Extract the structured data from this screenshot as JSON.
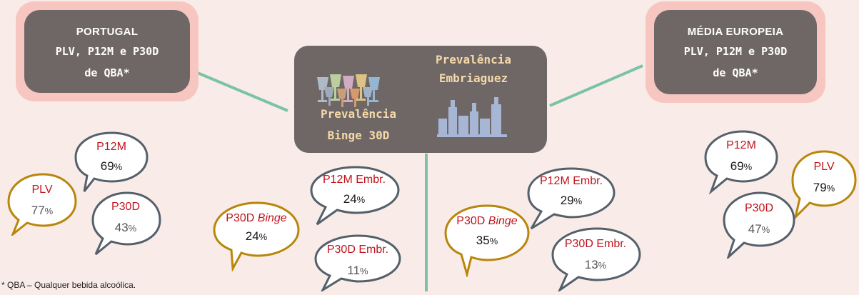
{
  "left_box": {
    "title": "PORTUGAL",
    "line1": "PLV, P12M e P30D",
    "line2": "de QBA*"
  },
  "right_box": {
    "title": "MÉDIA EUROPEIA",
    "line1": "PLV, P12M e P30D",
    "line2": "de QBA*"
  },
  "center_box": {
    "embriaguez_line1": "Prevalência",
    "embriaguez_line2": "Embriaguez",
    "binge_line1": "Prevalência",
    "binge_line2": "Binge 30D"
  },
  "bubbles": {
    "pt_p12m": {
      "label": "P12M",
      "value": "69",
      "unit": "%"
    },
    "pt_plv": {
      "label": "PLV",
      "value": "77",
      "unit": "%"
    },
    "pt_p30d": {
      "label": "P30D",
      "value": "43",
      "unit": "%"
    },
    "pt_p12m_embr": {
      "label": "P12M Embr.",
      "value": "24",
      "unit": "%"
    },
    "pt_p30d_binge": {
      "label": "P30D",
      "label_italic": "Binge",
      "value": "24",
      "unit": "%"
    },
    "pt_p30d_embr": {
      "label": "P30D Embr.",
      "value": "11",
      "unit": "%"
    },
    "eu_p12m_embr": {
      "label": "P12M Embr.",
      "value": "29",
      "unit": "%"
    },
    "eu_p30d_binge": {
      "label": "P30D",
      "label_italic": "Binge",
      "value": "35",
      "unit": "%"
    },
    "eu_p30d_embr": {
      "label": "P30D Embr.",
      "value": "13",
      "unit": "%"
    },
    "eu_p12m": {
      "label": "P12M",
      "value": "69",
      "unit": "%"
    },
    "eu_plv": {
      "label": "PLV",
      "value": "79",
      "unit": "%"
    },
    "eu_p30d": {
      "label": "P30D",
      "value": "47",
      "unit": "%"
    }
  },
  "footnote": "* QBA – Qualquer bebida alcoólica.",
  "colors": {
    "slate": "#55606b",
    "gold": "#b8860b",
    "connector": "#7cc2a6",
    "box": "#6f6766"
  },
  "icons": [
    "wine-glasses-icon",
    "bottles-icon"
  ]
}
